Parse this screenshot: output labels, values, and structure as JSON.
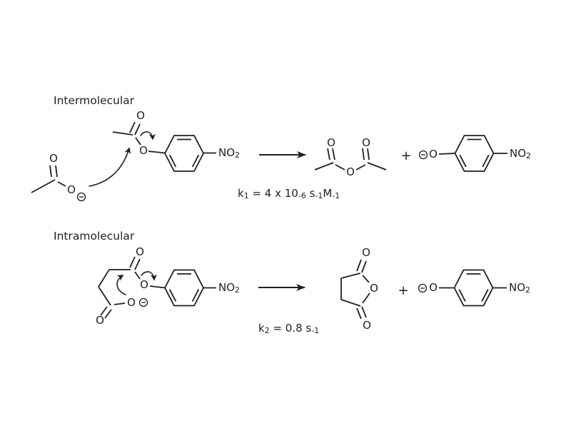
{
  "colors": {
    "background": "#ffffff",
    "ink": "#1f1f1f"
  },
  "atoms": {
    "oxygen": "O",
    "nitro": "NO",
    "nitro_subscript": "2"
  },
  "operators": {
    "plus": "+"
  },
  "icons": {
    "charge": "minus-in-circle",
    "mechanism_arrow": "curved-electron-arrow",
    "reaction_arrow": "right-arrow"
  },
  "rows": [
    {
      "title": "Intermolecular",
      "rate": {
        "k": "k",
        "sub": "1",
        "eq": " = 4 x 10",
        "exp": "-6",
        "s": " s",
        "s_exp": "-1",
        "m": "M",
        "m_exp": "-1"
      }
    },
    {
      "title": "Intramolecular",
      "rate": {
        "k": "k",
        "sub": "2",
        "eq": " = 0.8",
        "s": " s",
        "s_exp": "-1"
      }
    }
  ]
}
